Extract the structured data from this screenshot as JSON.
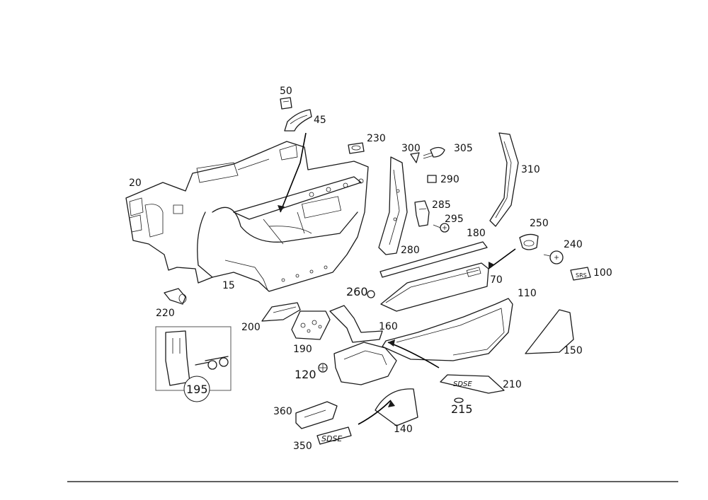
{
  "diagram": {
    "labels": {
      "p15": "15",
      "p20": "20",
      "p45": "45",
      "p50": "50",
      "p70": "70",
      "p100": "100",
      "p110": "110",
      "p120": "120",
      "p140": "140",
      "p150": "150",
      "p160": "160",
      "p180": "180",
      "p190": "190",
      "p195": "195",
      "p200": "200",
      "p210": "210",
      "p215": "215",
      "p220": "220",
      "p230": "230",
      "p240": "240",
      "p250": "250",
      "p260": "260",
      "p280": "280",
      "p285": "285",
      "p290": "290",
      "p295": "295",
      "p300": "300",
      "p305": "305",
      "p310": "310",
      "p350": "350",
      "p360": "360"
    },
    "emblem_text": {
      "airbag_badge": "SRS",
      "trim_badge": "SDSE"
    }
  }
}
